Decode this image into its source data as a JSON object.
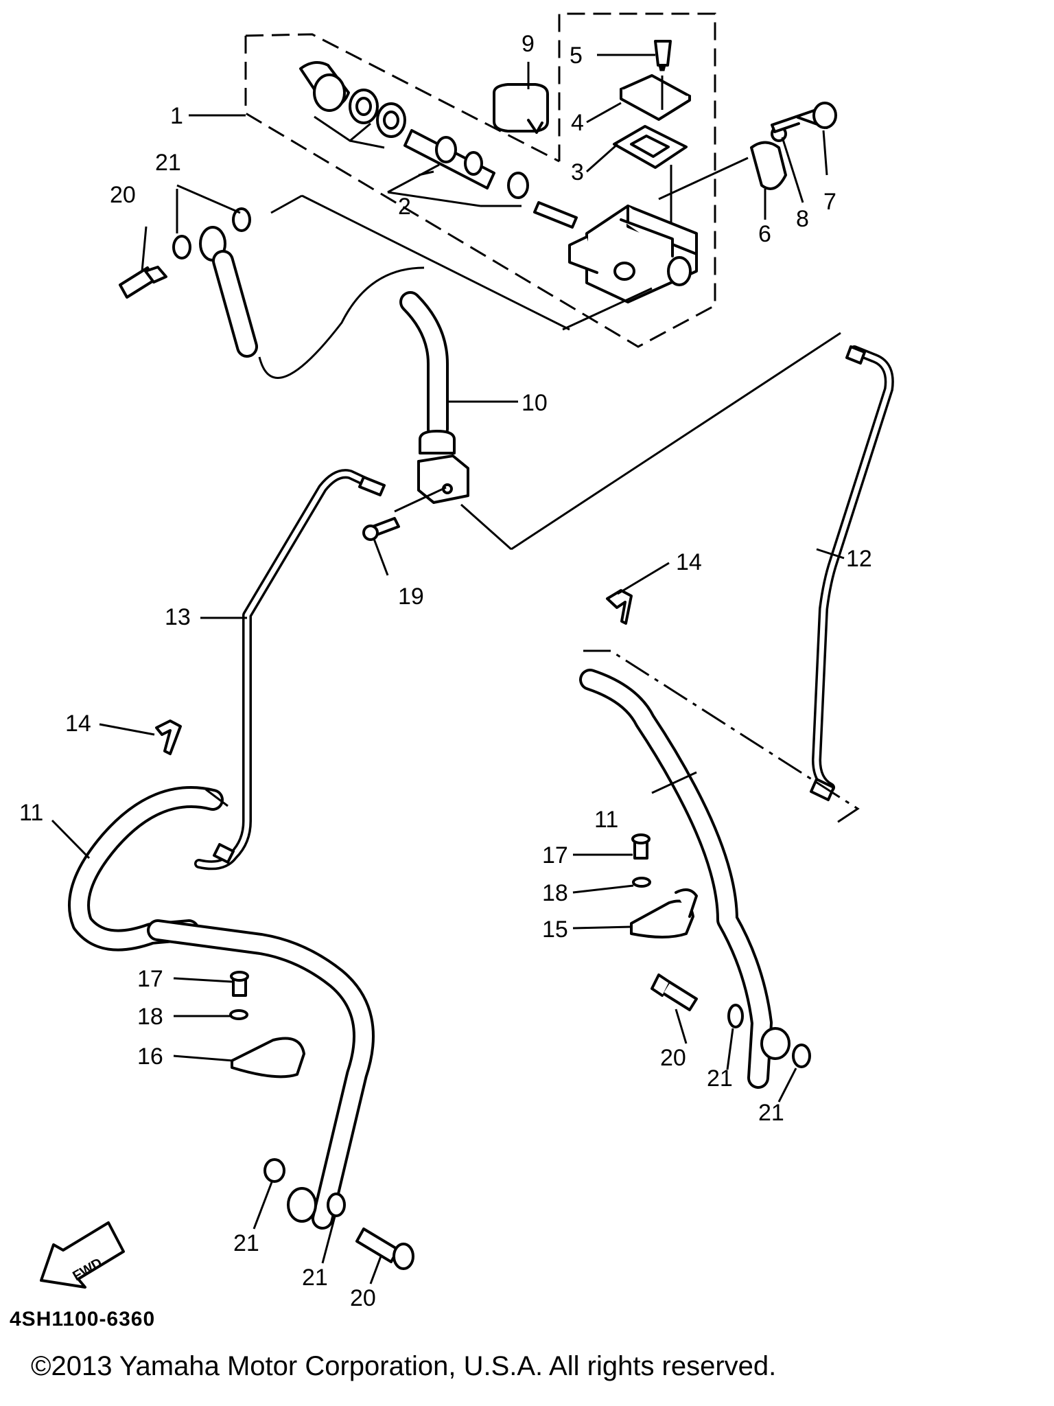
{
  "diagram": {
    "labels": {
      "p1": "1",
      "p2": "2",
      "p3": "3",
      "p4": "4",
      "p5": "5",
      "p6": "6",
      "p7": "7",
      "p8": "8",
      "p9": "9",
      "p10": "10",
      "p11a": "11",
      "p11b": "11",
      "p12": "12",
      "p13": "13",
      "p14a": "14",
      "p14b": "14",
      "p15": "15",
      "p16": "16",
      "p17a": "17",
      "p17b": "17",
      "p18a": "18",
      "p18b": "18",
      "p19": "19",
      "p20a": "20",
      "p20b": "20",
      "p20c": "20",
      "p21a": "21",
      "p21b": "21",
      "p21c": "21",
      "p21d": "21",
      "p21e": "21"
    },
    "fwd_label": "FWD",
    "diagram_code": "4SH1100-6360"
  },
  "footer": {
    "copyright": "©2013 Yamaha Motor Corporation, U.S.A. All rights reserved."
  }
}
